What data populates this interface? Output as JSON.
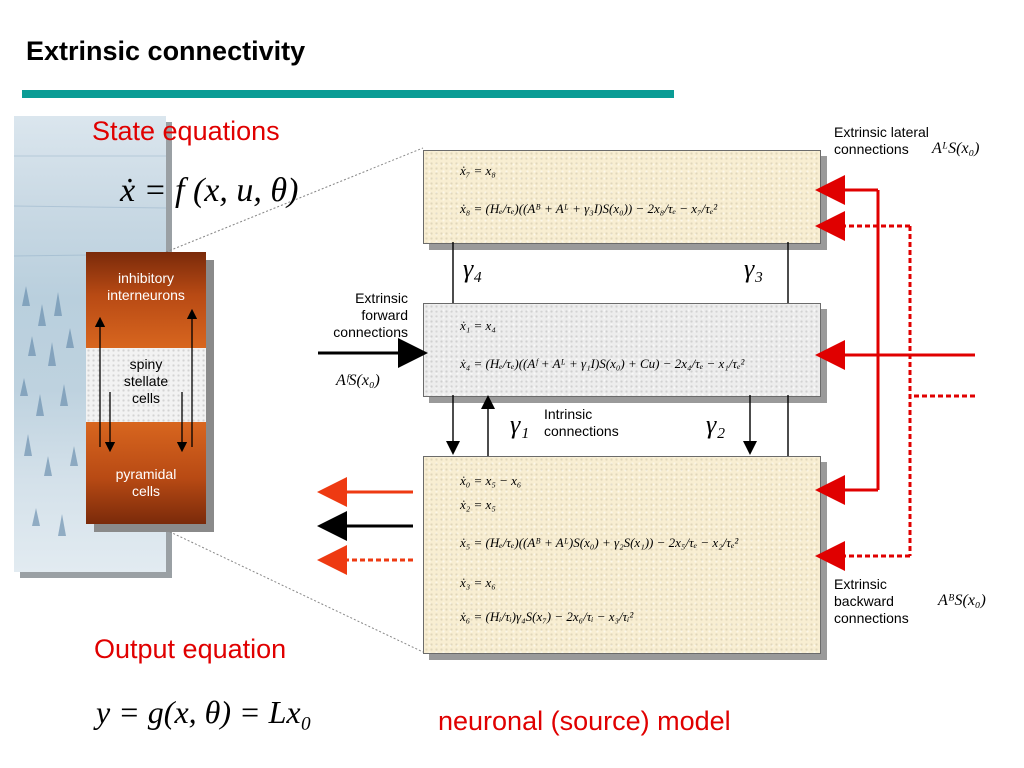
{
  "header": {
    "title": "Extrinsic connectivity"
  },
  "state": {
    "heading": "State equations",
    "equation": "ẋ = f (x, u, θ)"
  },
  "output": {
    "heading": "Output equation",
    "equation": "y = g(x, θ) = Lx₀"
  },
  "cells": {
    "inhibitory": "inhibitory interneurons",
    "spiny": "spiny stellate cells",
    "pyramidal": "pyramidal cells"
  },
  "panels": {
    "top": {
      "line1": "ẋ₇ = x₈",
      "line2": "ẋ₈ = (Hₑ/τₑ)((Aᴮ + Aᴸ + γ₃I)S(x₀)) − 2x₈/τₑ − x₇/τₑ²"
    },
    "middle": {
      "line1": "ẋ₁ = x₄",
      "line2": "ẋ₄ = (Hₑ/τₑ)((Aᶠ + Aᴸ + γ₁I)S(x₀) + Cu) − 2x₄/τₑ − x₁/τₑ²"
    },
    "bottom": {
      "line1": "ẋ₀ = x₅ − x₆",
      "line2": "ẋ₂ = x₅",
      "line3": "ẋ₅ = (Hₑ/τₑ)((Aᴮ + Aᴸ)S(x₀) + γ₂S(x₁)) − 2x₅/τₑ − x₂/τₑ²",
      "line4": "ẋ₃ = x₆",
      "line5": "ẋ₆ = (Hᵢ/τᵢ)γ₄S(x₇) − 2x₆/τᵢ − x₃/τᵢ²"
    }
  },
  "gammas": {
    "g4": "γ₄",
    "g3": "γ₃",
    "g1": "γ₁",
    "g2": "γ₂"
  },
  "labels": {
    "lateral": "Extrinsic lateral connections",
    "lateral_math": "AᴸS(x₀)",
    "forward": "Extrinsic forward connections",
    "forward_math": "AᶠS(x₀)",
    "intrinsic": "Intrinsic connections",
    "backward": "Extrinsic backward connections",
    "backward_math": "AᴮS(x₀)",
    "model": "neuronal (source) model"
  },
  "colors": {
    "accent_bar": "#0a9c95",
    "red": "#e00000",
    "panel_top": "#f8eed2",
    "panel_middle": "#ededed"
  }
}
